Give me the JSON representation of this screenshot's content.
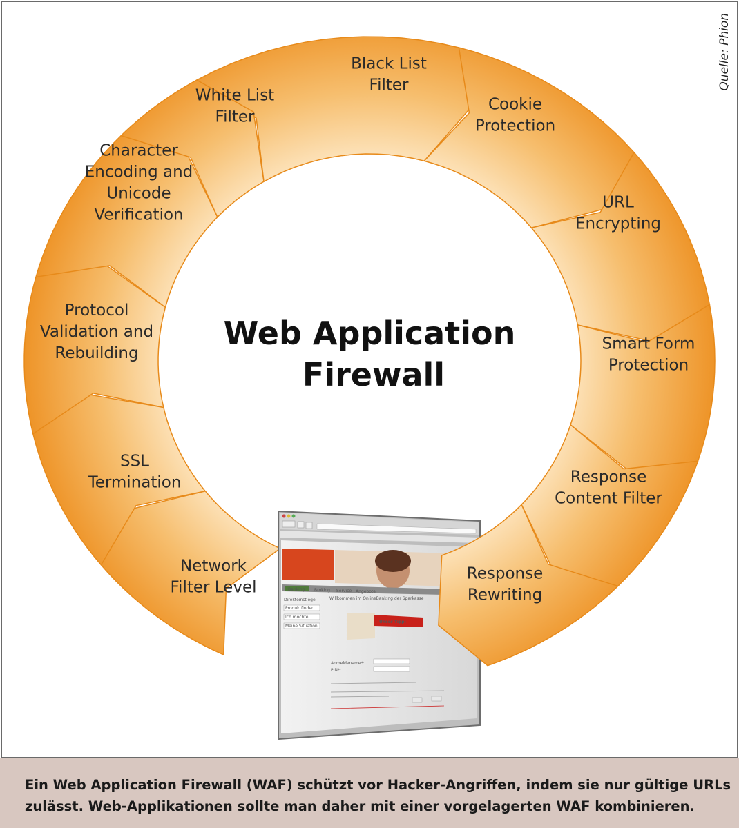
{
  "diagram": {
    "title_lines": [
      "Web Application",
      "Firewall"
    ],
    "source": "Quelle: Phion",
    "segments": [
      {
        "id": "black-list-filter",
        "lines": [
          "Black List",
          "Filter"
        ]
      },
      {
        "id": "cookie-protection",
        "lines": [
          "Cookie",
          "Protection"
        ]
      },
      {
        "id": "url-encrypting",
        "lines": [
          "URL",
          "Encrypting"
        ]
      },
      {
        "id": "smart-form-protection",
        "lines": [
          "Smart Form",
          "Protection"
        ]
      },
      {
        "id": "response-content-filter",
        "lines": [
          "Response",
          "Content Filter"
        ]
      },
      {
        "id": "response-rewriting",
        "lines": [
          "Response",
          "Rewriting"
        ]
      },
      {
        "id": "network-filter-level",
        "lines": [
          "Network",
          "Filter Level"
        ]
      },
      {
        "id": "ssl-termination",
        "lines": [
          "SSL",
          "Termination"
        ]
      },
      {
        "id": "protocol-validation",
        "lines": [
          "Protocol",
          "Validation and",
          "Rebuilding"
        ]
      },
      {
        "id": "character-encoding",
        "lines": [
          "Character",
          "Encoding and",
          "Unicode",
          "Verification"
        ]
      },
      {
        "id": "white-list-filter",
        "lines": [
          "White List",
          "Filter"
        ]
      }
    ],
    "browser_mockup": {
      "tabs": [
        "Banking",
        "Broking",
        "Service",
        "Angebote"
      ],
      "sidebar_title": "Direkteinstiege",
      "sidebar_selects": [
        "Produktfinder",
        "Ich möchte...",
        "Meine Situation"
      ],
      "headline": "Willkommen im OnlineBanking der Sparkasse",
      "banner": "Unser Tipp:",
      "field_labels": [
        "Anmeldename*:",
        "PIN*:"
      ]
    },
    "colors": {
      "ring_dark": "#ef9a2c",
      "ring_mid": "#f6be6e",
      "ring_light": "#fde5bf",
      "ring_edge": "#e78a1a"
    }
  },
  "caption": {
    "line1": "Ein Web Application Firewall (WAF) schützt vor Hacker-Angriffen, indem sie nur gültige URLs",
    "line2": "zulässt. Web-Applikationen sollte man daher mit einer vorgelagerten WAF kombinieren."
  }
}
